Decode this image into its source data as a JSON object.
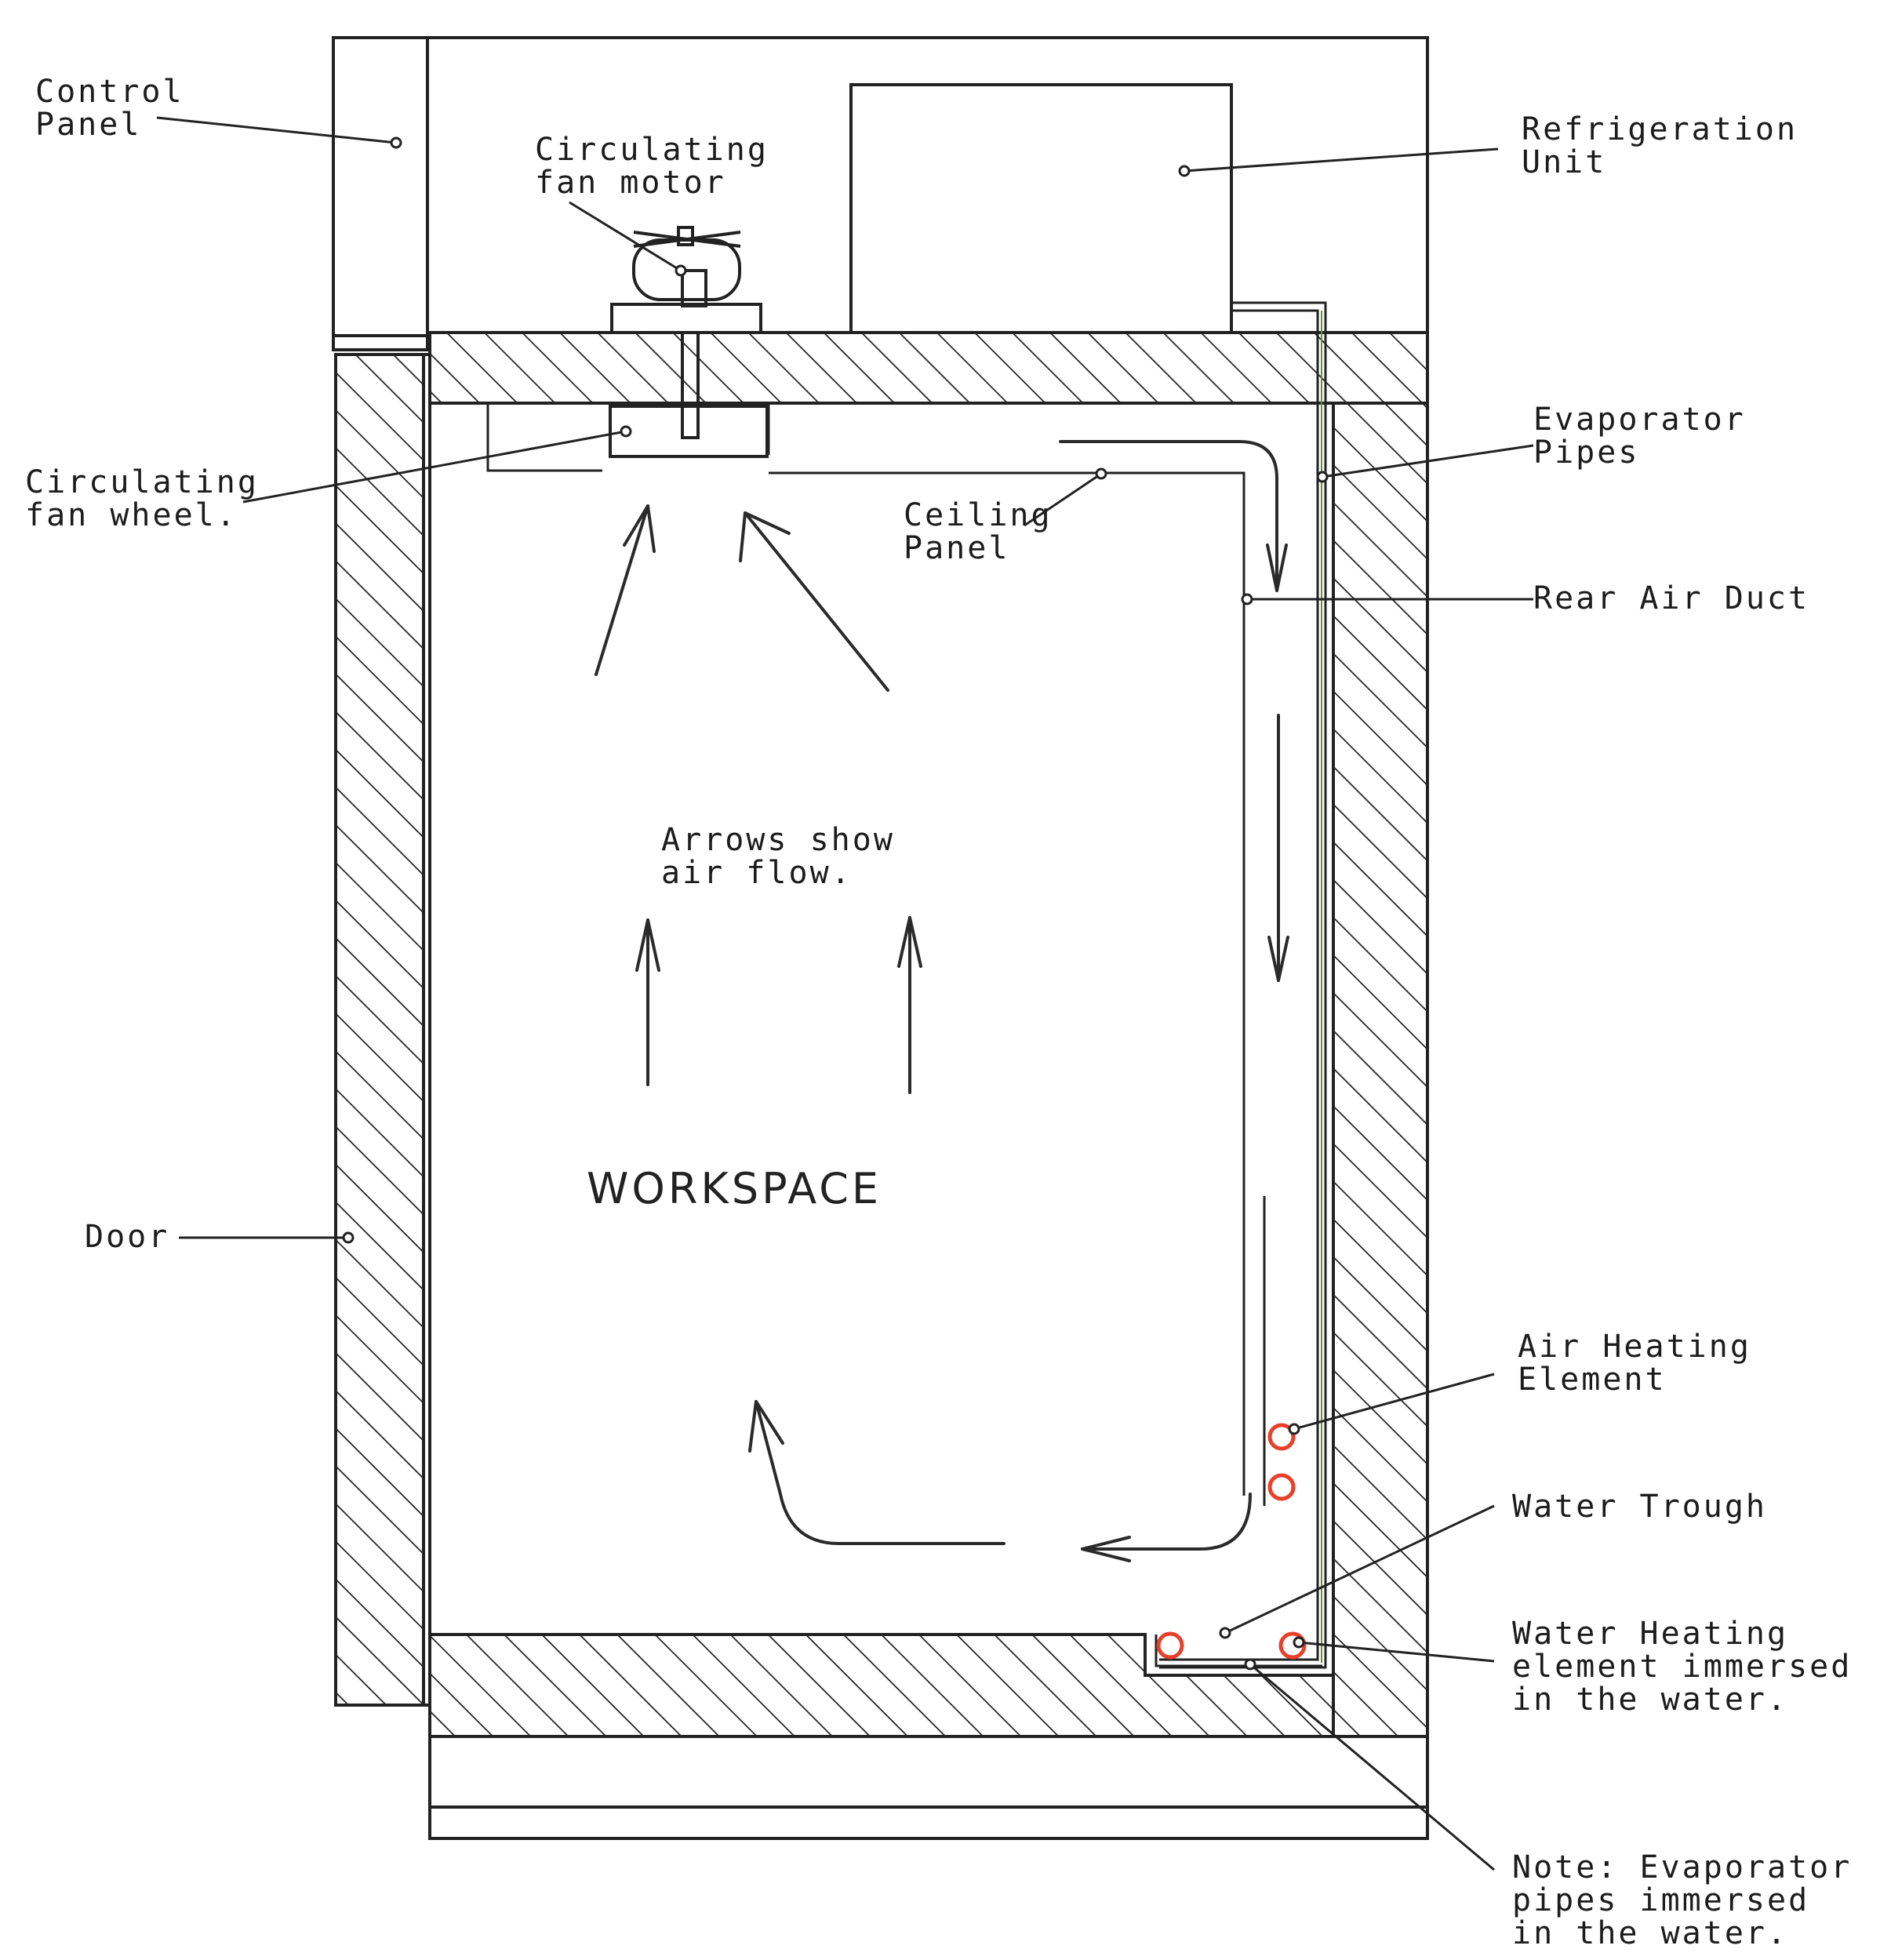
{
  "labels": {
    "control_panel": [
      "Control",
      "Panel"
    ],
    "circulating_fan_motor": [
      "Circulating",
      "fan motor"
    ],
    "refrigeration_unit": [
      "Refrigeration",
      "Unit"
    ],
    "evaporator_pipes": [
      "Evaporator",
      "Pipes"
    ],
    "circulating_fan_wheel": [
      "Circulating",
      "fan wheel."
    ],
    "ceiling_panel": [
      "Ceiling",
      "Panel"
    ],
    "rear_air_duct": "Rear Air Duct",
    "arrows_note": [
      "Arrows show",
      "air flow."
    ],
    "workspace": "WORKSPACE",
    "door": "Door",
    "air_heating_element": [
      "Air Heating",
      "Element"
    ],
    "water_trough": "Water Trough",
    "water_heating_element": [
      "Water Heating",
      "element immersed",
      "in the water."
    ],
    "evaporator_note": [
      "Note: Evaporator",
      "pipes immersed",
      "in the water."
    ]
  },
  "colors": {
    "line": "#222222",
    "heating_element": "#e8402a",
    "pipe_accent": "#6b8a3a"
  }
}
